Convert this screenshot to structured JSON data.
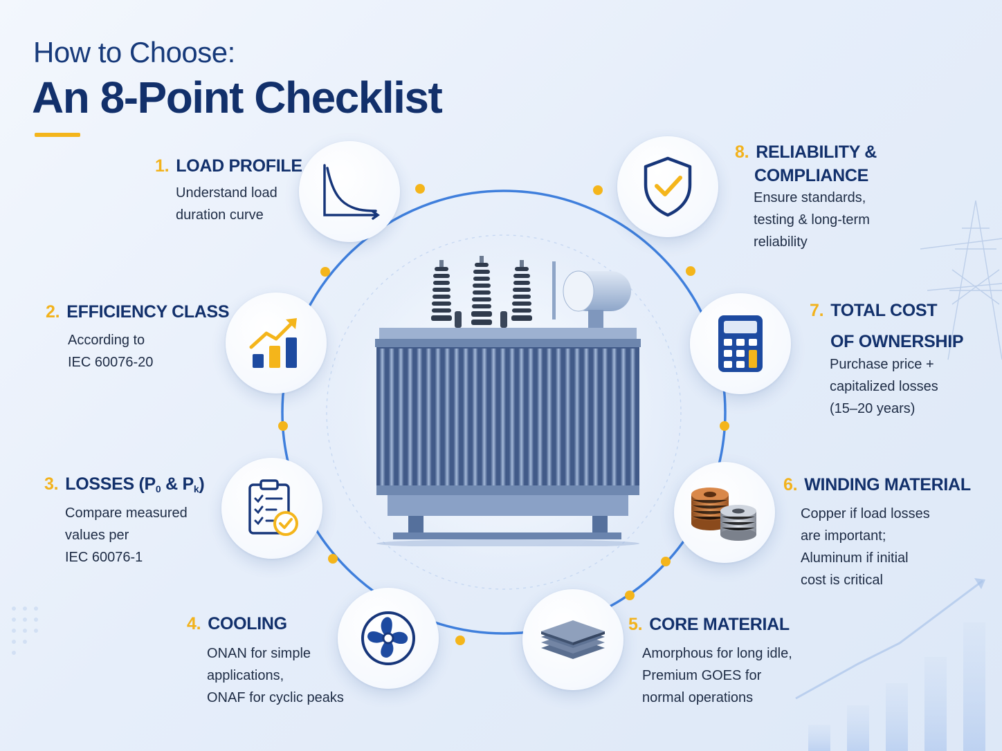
{
  "header": {
    "subtitle": "How to Choose:",
    "title": "An 8-Point Checklist"
  },
  "colors": {
    "accent": "#f4b51b",
    "navy": "#12306b",
    "ring_blue": "#3f7fdc",
    "body_text": "#1d2b44"
  },
  "items": [
    {
      "number": "1.",
      "title_lines": [
        "LOAD PROFILE"
      ],
      "desc_lines": [
        "Understand load",
        "duration curve"
      ],
      "icon": "load-curve-icon"
    },
    {
      "number": "2.",
      "title_lines": [
        "EFFICIENCY CLASS"
      ],
      "desc_lines": [
        "According to",
        "IEC 60076-20"
      ],
      "icon": "bar-chart-arrow-icon"
    },
    {
      "number": "3.",
      "title_prefix": "LOSSES (P",
      "sub_a": "0",
      "title_mid": " & P",
      "sub_b": "k",
      "title_suffix": ")",
      "desc_lines": [
        "Compare measured",
        "values per",
        "IEC 60076-1"
      ],
      "icon": "clipboard-check-icon"
    },
    {
      "number": "4.",
      "title_lines": [
        "COOLING"
      ],
      "desc_lines": [
        "ONAN for simple",
        "applications,",
        "ONAF for cyclic peaks"
      ],
      "icon": "fan-icon"
    },
    {
      "number": "5.",
      "title_lines": [
        "CORE MATERIAL"
      ],
      "desc_lines": [
        "Amorphous for long idle,",
        "Premium GOES for",
        "normal operations"
      ],
      "icon": "steel-sheets-icon"
    },
    {
      "number": "6.",
      "title_lines": [
        "WINDING MATERIAL"
      ],
      "desc_lines": [
        "Copper if load losses",
        "are important;",
        "Aluminum if initial",
        "cost is critical"
      ],
      "icon": "coil-icon"
    },
    {
      "number": "7.",
      "title_lines": [
        "TOTAL COST",
        "OF OWNERSHIP"
      ],
      "desc_lines": [
        "Purchase price +",
        "capitalized losses",
        "(15–20 years)"
      ],
      "icon": "calculator-icon"
    },
    {
      "number": "8.",
      "title_lines": [
        "RELIABILITY &",
        "COMPLIANCE"
      ],
      "desc_lines": [
        "Ensure standards,",
        "testing & long-term",
        "reliability"
      ],
      "icon": "shield-check-icon"
    }
  ],
  "hero_image": "transformer-illustration"
}
